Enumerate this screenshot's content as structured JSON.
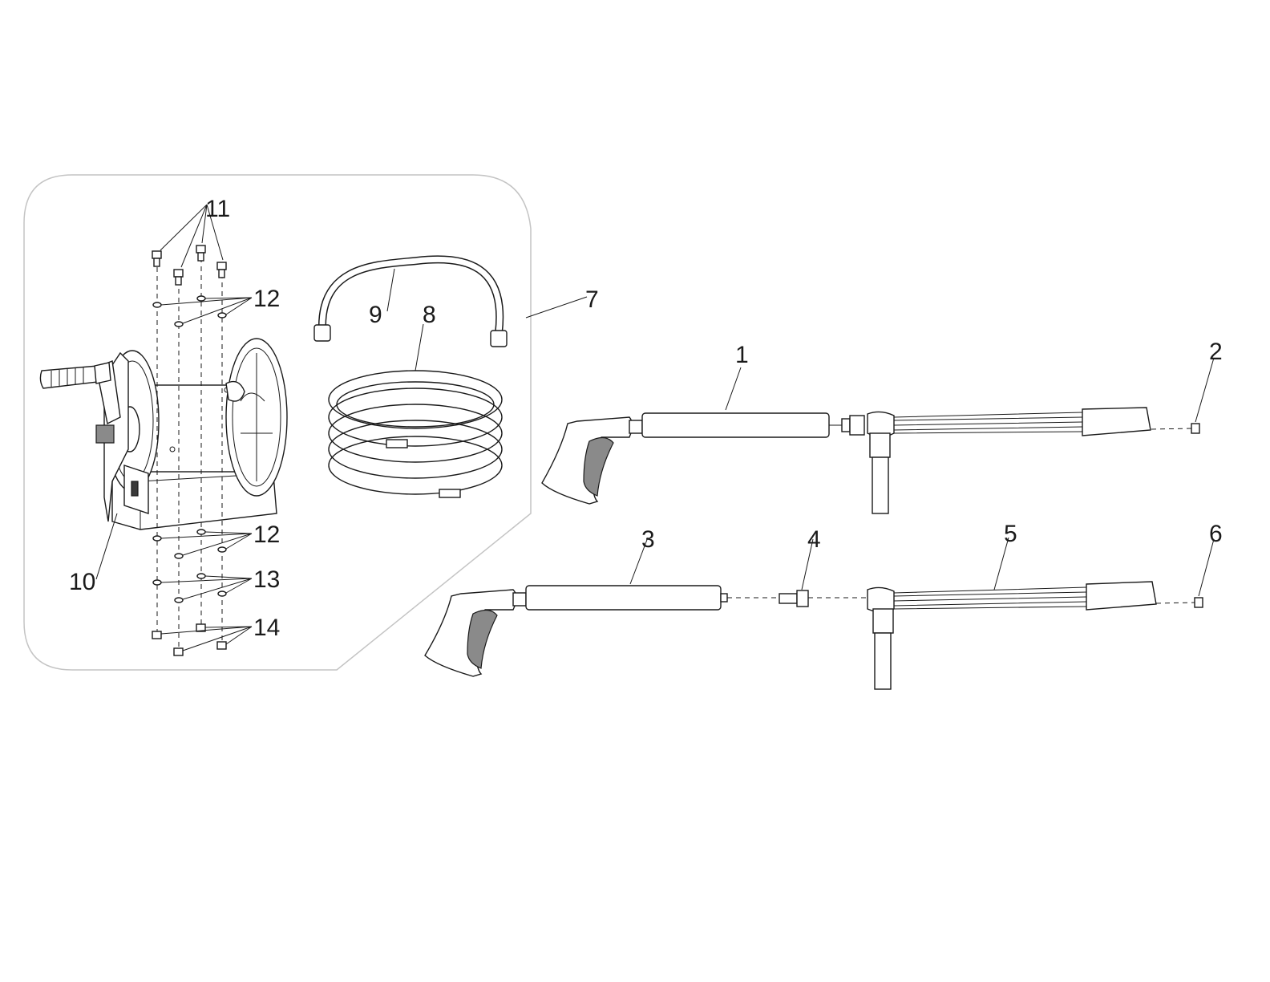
{
  "callouts": {
    "c1": "1",
    "c2": "2",
    "c3": "3",
    "c4": "4",
    "c5": "5",
    "c6": "6",
    "c7": "7",
    "c8": "8",
    "c9": "9",
    "c10": "10",
    "c11": "11",
    "c12a": "12",
    "c12b": "12",
    "c13": "13",
    "c14": "14"
  }
}
